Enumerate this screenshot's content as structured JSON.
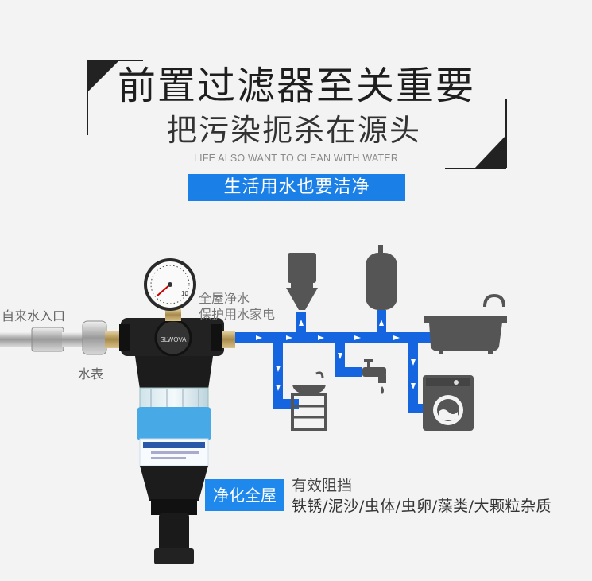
{
  "header": {
    "title_main": "前置过滤器至关重要",
    "title_sub": "把污染扼杀在源头",
    "subtitle_en": "LIFE ALSO WANT TO CLEAN WITH WATER",
    "banner": "生活用水也要洁净"
  },
  "diagram": {
    "inlet_label": "自来水入口",
    "meter_label": "水表",
    "protect_line1": "全屋净水",
    "protect_line2": "保护用水家电",
    "gauge_number": "10",
    "brand_mark": "SLWOVA"
  },
  "footer": {
    "tag": "净化全屋",
    "blocks_heading": "有效阻挡",
    "blocks_list": "铁锈/泥沙/虫体/虫卵/藻类/大颗粒杂质"
  },
  "colors": {
    "pipe_blue": "#1565e0",
    "banner_blue": "#1a7fe6",
    "appliance_gray": "#555555",
    "band_cyan": "#47a9e6"
  }
}
